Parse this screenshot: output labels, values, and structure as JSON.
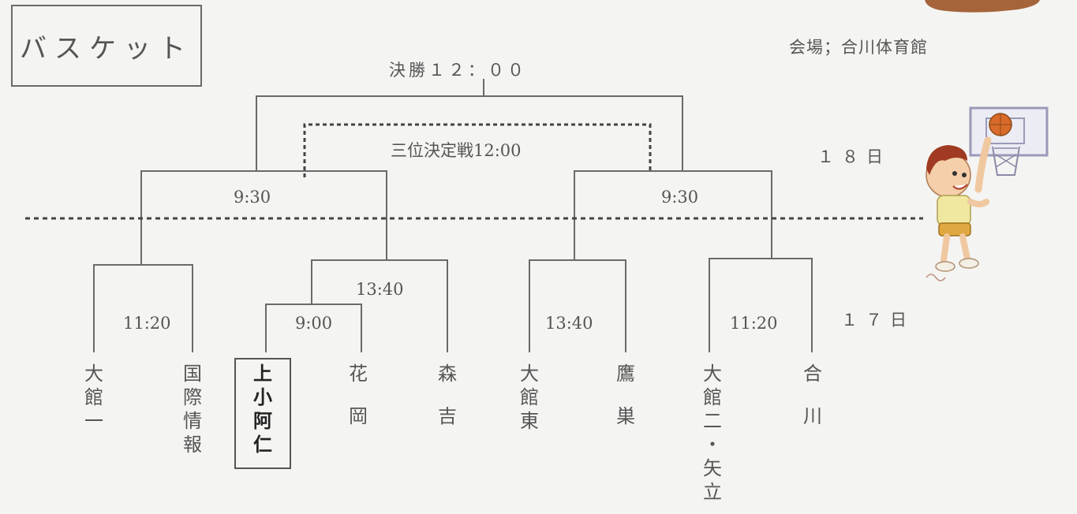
{
  "title": "バスケット",
  "venue": "会場；合川体育館",
  "days": {
    "day18": "１８日",
    "day17": "１７日"
  },
  "matches": {
    "final": "決勝１２：００",
    "third_place": "三位決定戦12:00",
    "semi_left": "9:30",
    "semi_right": "9:30",
    "qf1": "11:20",
    "qf2": "13:40",
    "prelim": "9:00",
    "qf3": "13:40",
    "qf4": "11:20"
  },
  "teams": [
    {
      "name": "大館一"
    },
    {
      "name": "国際情報"
    },
    {
      "name": "上小阿仁",
      "highlighted": true
    },
    {
      "name": "花岡"
    },
    {
      "name": "森吉"
    },
    {
      "name": "大館東"
    },
    {
      "name": "鷹巣"
    },
    {
      "name": "大館二・矢立"
    },
    {
      "name": "合川"
    }
  ],
  "colors": {
    "line": "#6a6a6a",
    "background": "#f4f4f2"
  },
  "illustration": "basketball-player-icon"
}
